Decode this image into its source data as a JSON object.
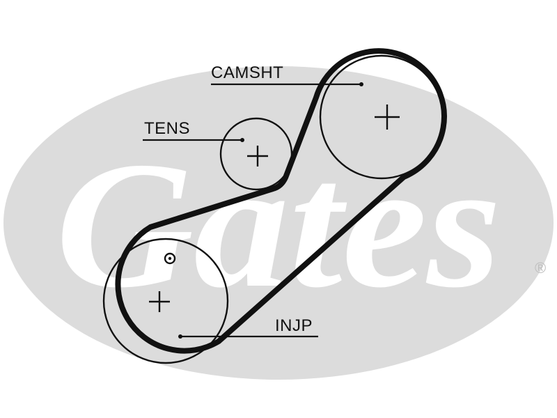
{
  "colors": {
    "background": "#ffffff",
    "watermark": "#d9d9d9",
    "ink": "#111111"
  },
  "watermark": {
    "brand": "Gates",
    "registered_mark": "®"
  },
  "labels": {
    "camshaft": "CAMSHT",
    "tensioner": "TENS",
    "injection_pump": "INJP"
  }
}
